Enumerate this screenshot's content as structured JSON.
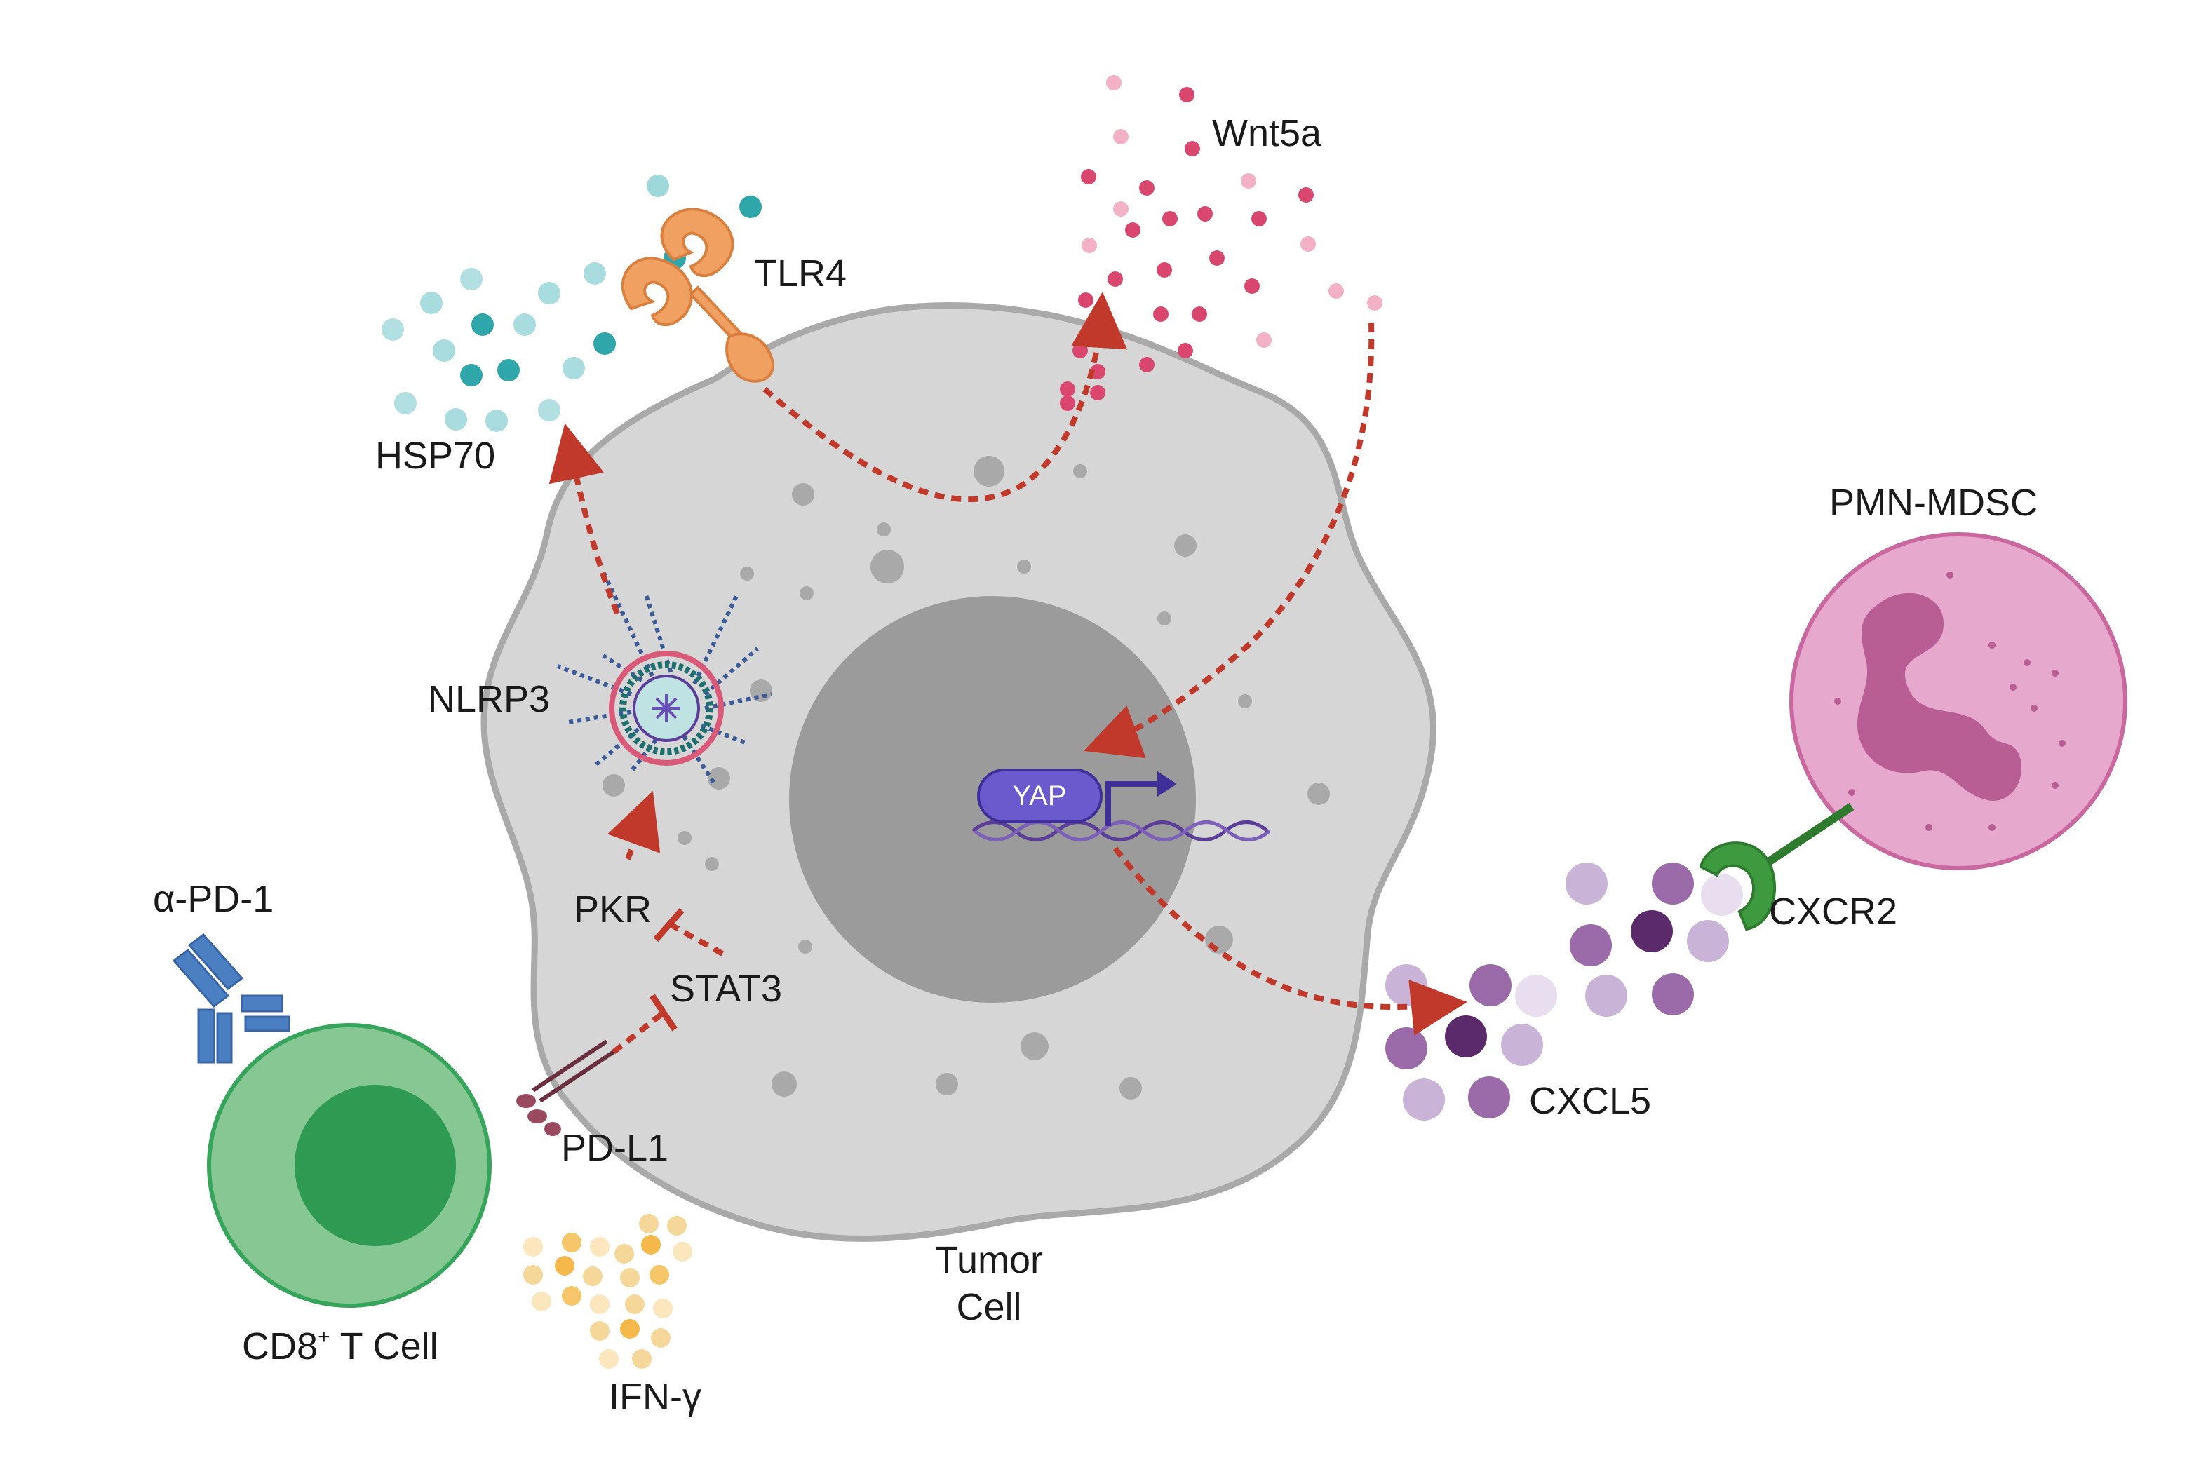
{
  "labels": {
    "tlr4": "TLR4",
    "wnt5a": "Wnt5a",
    "hsp70": "HSP70",
    "nlrp3": "NLRP3",
    "pkr": "PKR",
    "stat3": "STAT3",
    "pdl1": "PD-L1",
    "apd1": "α-PD-1",
    "cd8_main": "CD8",
    "cd8_sup": "+",
    "cd8_rest": " T Cell",
    "ifng": "IFN-γ",
    "tumor_line1": "Tumor",
    "tumor_line2": "Cell",
    "yap": "YAP",
    "cxcl5": "CXCL5",
    "cxcr2": "CXCR2",
    "pmn_mdsc": "PMN-MDSC"
  },
  "colors": {
    "tumor_fill": "#d6d6d6",
    "tumor_stroke": "#a9a9a9",
    "nucleus": "#9b9b9b",
    "arrow": "#c0392b",
    "hsp70": "#3bb3b8",
    "wnt5a": "#d9476f",
    "tlr4": "#f0a060",
    "tcell": "#5cbf7a",
    "tcell_core": "#2e9a52",
    "antibody": "#4a7fc1",
    "ifng": "#f5c76a",
    "cxcl5": "#9b6aa8",
    "cxcr2": "#3e9a3e",
    "mdsc": "#e79cc6",
    "mdsc_nucleus": "#b85e94",
    "yap": "#6a5acd",
    "dna": "#5a3e9a"
  }
}
